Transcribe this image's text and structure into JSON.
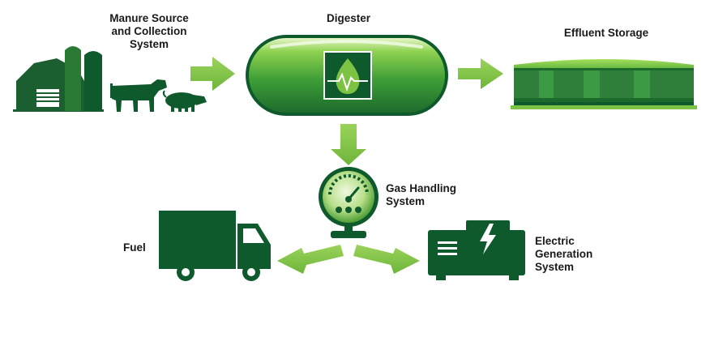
{
  "labels": {
    "manure": "Manure Source\nand Collection\nSystem",
    "digester": "Digester",
    "effluent": "Effluent Storage",
    "gas": "Gas Handling\nSystem",
    "fuel": "Fuel",
    "electric": "Electric\nGeneration\nSystem"
  },
  "colors": {
    "dark_green": "#0f5a2c",
    "mid_green": "#2f8b3a",
    "arrow_green": "#7cc243",
    "light_green": "#b4e07a"
  },
  "icons": [
    "barn-icon",
    "silo-icon",
    "cow-icon",
    "pig-icon",
    "digester-tank-icon",
    "flame-icon",
    "storage-tank-icon",
    "gauge-icon",
    "truck-icon",
    "generator-icon",
    "lightning-icon"
  ]
}
